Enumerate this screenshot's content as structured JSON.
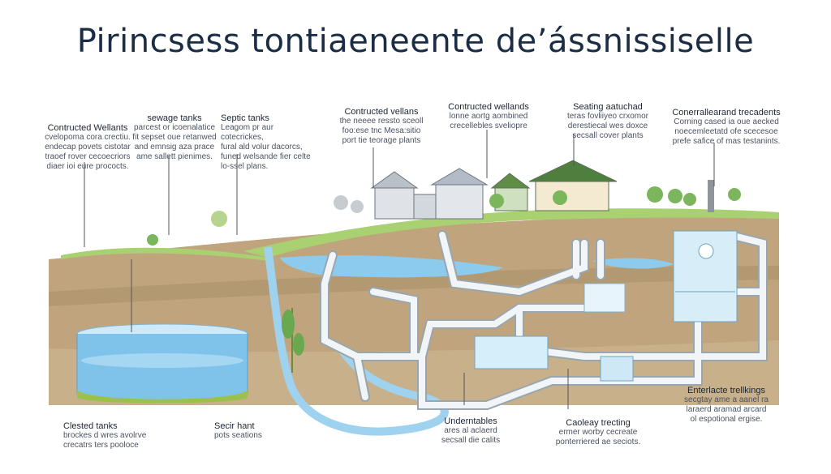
{
  "title": "Pirincsess tontiaeneente de’ássnissiselle",
  "labels": {
    "constructed_wetlands_left": {
      "heading": "Contructed Wellants",
      "lines": [
        "cvelopoma cora crectiu.",
        "endecap povets cistotar",
        "traoef rover cecoecriors",
        "diaer ioi eure prococts."
      ]
    },
    "sewage_tanks": {
      "heading": "sewage tanks",
      "lines": [
        "parcest or icoenalatice",
        "fit sepset oue retanwed",
        "and emnsig aza prace",
        "ame sallett pienimes."
      ]
    },
    "septic_tanks": {
      "heading": "Septic tanks",
      "lines": [
        "Leagom pr aur cotecrickes,",
        "fural ald volur dacorcs,",
        "funed welsande fier celte",
        "lo-ssel plans."
      ]
    },
    "constructed_wetlands_mid": {
      "heading": "Contructed vellans",
      "lines": [
        "the neeee ressto sceoll",
        "foo:ese tnc Mesa:sitio",
        "port tie teorage plants"
      ]
    },
    "constructed_wetlands_right": {
      "heading": "Contructed wellands",
      "lines": [
        "lonne aortg aombined",
        "crecellebles sveliopre"
      ]
    },
    "seating": {
      "heading": "Seating aatuchad",
      "lines": [
        "teras fovliiyeo crxomor",
        "derestiecal wes doxce",
        "secsall cover plants"
      ]
    },
    "conventional_treatment": {
      "heading": "Conerrallearand trecadents",
      "lines": [
        "Corning cased ia oue aecked",
        "noecemleetatd ofe scecesoe",
        "prefe safice of mas testanints."
      ]
    },
    "clested_tanks": {
      "heading": "Clested tanks",
      "lines": [
        "brockes d wres avolrve",
        "crecatrs ters pooloce"
      ]
    },
    "secir_hant": {
      "heading": "Secir hant",
      "lines": [
        "pots seations"
      ]
    },
    "underntables": {
      "heading": "Underntables",
      "lines": [
        "ares al aclaerd",
        "secsall die calits"
      ]
    },
    "caoleay": {
      "heading": "Caoleay trecting",
      "lines": [
        "ermer worby cecreate",
        "ponterriered ae seciots."
      ]
    },
    "enterlacte": {
      "heading": "Enterlacte trellkings",
      "lines": [
        "secgtay ame a aanel ra",
        "laraerd aramad arcard",
        "ol espotional ergise."
      ]
    }
  },
  "colors": {
    "grass": "#a9d071",
    "soil_top": "#c8b595",
    "soil": "#b9a17e",
    "water": "#7fc3ea",
    "pipe": "#f1f5f7",
    "pipe_edge": "#9aa6ad",
    "leader": "#555555"
  }
}
